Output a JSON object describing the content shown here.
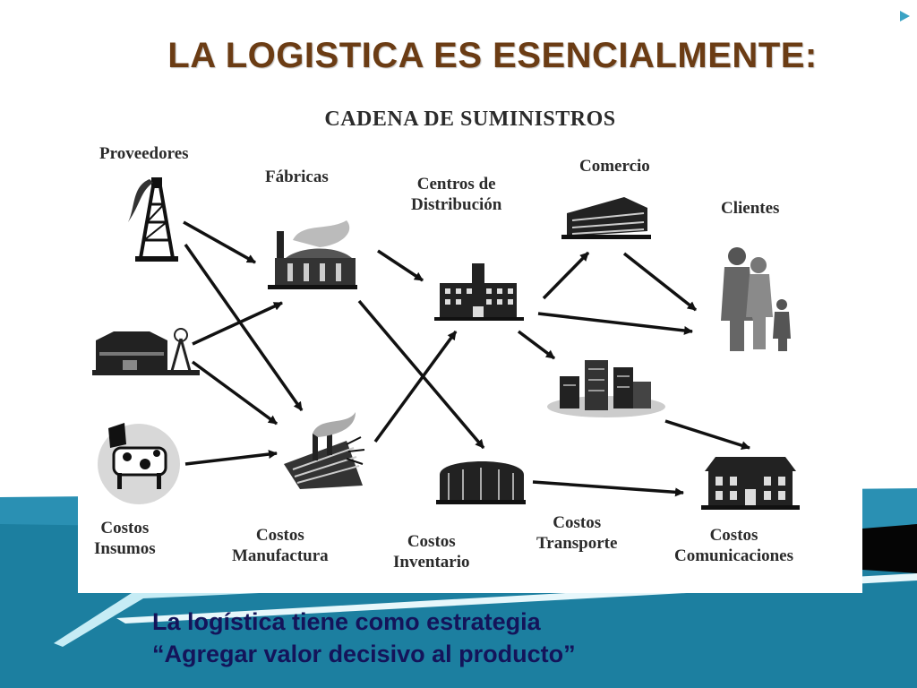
{
  "slide": {
    "title": "LA LOGISTICA ES ESENCIALMENTE:",
    "caption_line1": "La logística tiene como estrategia",
    "caption_line2": "“Agregar valor decisivo al producto”"
  },
  "diagram": {
    "title": "CADENA DE SUMINISTROS",
    "nodes": {
      "proveedores": "Proveedores",
      "fabricas": "Fábricas",
      "centros": "Centros de\nDistribución",
      "comercio": "Comercio",
      "clientes": "Clientes"
    },
    "costs": {
      "insumos": "Costos\nInsumos",
      "manufactura": "Costos\nManufactura",
      "inventario": "Costos\nInventario",
      "transporte": "Costos\nTransporte",
      "comunicaciones": "Costos\nComunicaciones"
    },
    "icons": [
      "oil-derrick-icon",
      "barn-icon",
      "cow-icon",
      "factory-icon",
      "industrial-plant-icon",
      "warehouse-icon",
      "quonset-warehouse-icon",
      "store-icon",
      "city-buildings-icon",
      "family-icon",
      "house-icon"
    ]
  },
  "colors": {
    "title": "#6b3c14",
    "caption": "#14145a",
    "teal": "#1c7fa0",
    "teal_light": "#a8dceb"
  }
}
